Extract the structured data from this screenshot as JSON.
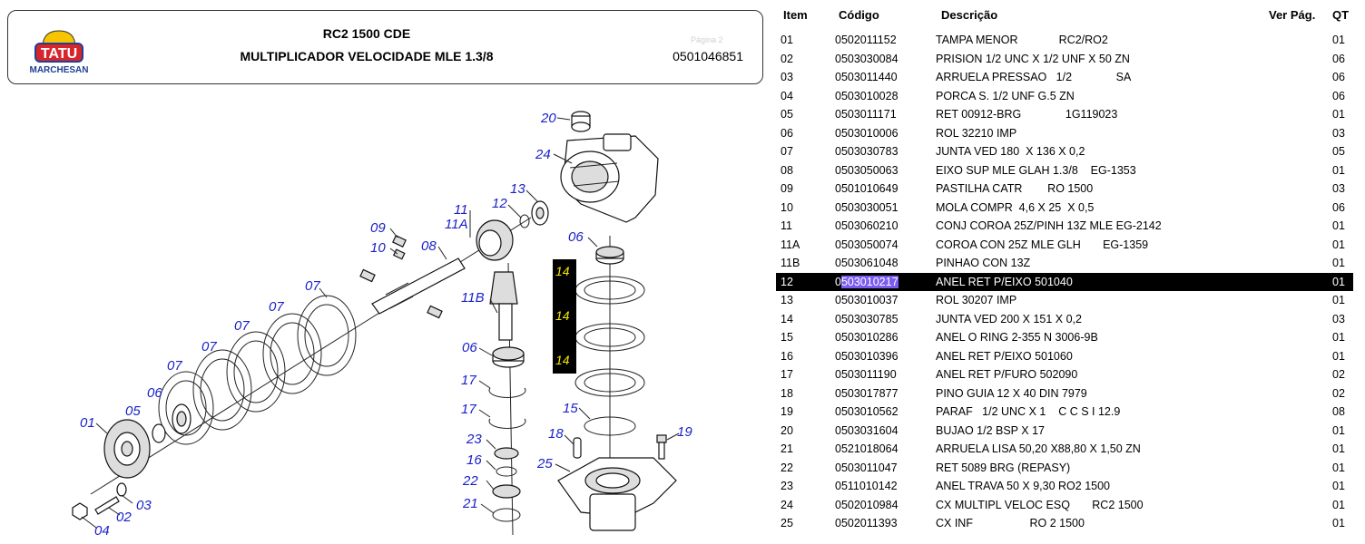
{
  "header": {
    "logo_top": "TATU",
    "logo_bottom": "MARCHESAN",
    "title": "RC2 1500 CDE",
    "subtitle": "MULTIPLICADOR VELOCIDADE MLE 1.3/8",
    "code": "0501046851",
    "ghost_text": "Página 2"
  },
  "colors": {
    "label_blue": "#1a22c8",
    "highlight_yellow": "#f2e600",
    "logo_blue": "#1d3f95",
    "logo_red": "#d6262b",
    "logo_yellow": "#f6c400"
  },
  "diagram": {
    "labels": [
      "20",
      "24",
      "13",
      "12",
      "11",
      "11A",
      "09",
      "10",
      "08",
      "07",
      "07",
      "07",
      "07",
      "07",
      "06",
      "06",
      "06",
      "05",
      "01",
      "03",
      "02",
      "04",
      "11B",
      "14",
      "14",
      "14",
      "17",
      "17",
      "23",
      "16",
      "22",
      "21",
      "15",
      "18",
      "19",
      "25"
    ]
  },
  "table": {
    "headers": {
      "item": "Item",
      "code": "Código",
      "desc": "Descrição",
      "page": "Ver Pág.",
      "qt": "QT"
    },
    "selected_row_index": 13,
    "rows": [
      {
        "item": "01",
        "code": "0502011152",
        "desc": "TAMPA MENOR             RC2/RO2",
        "qt": "01"
      },
      {
        "item": "02",
        "code": "0503030084",
        "desc": "PRISION 1/2 UNC X 1/2 UNF X 50 ZN",
        "qt": "06"
      },
      {
        "item": "03",
        "code": "0503011440",
        "desc": "ARRUELA PRESSAO   1/2              SA",
        "qt": "06"
      },
      {
        "item": "04",
        "code": "0503010028",
        "desc": "PORCA S. 1/2 UNF G.5 ZN",
        "qt": "06"
      },
      {
        "item": "05",
        "code": "0503011171",
        "desc": "RET 00912-BRG              1G119023",
        "qt": "01"
      },
      {
        "item": "06",
        "code": "0503010006",
        "desc": "ROL 32210 IMP",
        "qt": "03"
      },
      {
        "item": "07",
        "code": "0503030783",
        "desc": "JUNTA VED 180  X 136 X 0,2",
        "qt": "05"
      },
      {
        "item": "08",
        "code": "0503050063",
        "desc": "EIXO SUP MLE GLAH 1.3/8    EG-1353",
        "qt": "01"
      },
      {
        "item": "09",
        "code": "0501010649",
        "desc": "PASTILHA CATR        RO 1500",
        "qt": "03"
      },
      {
        "item": "10",
        "code": "0503030051",
        "desc": "MOLA COMPR  4,6 X 25  X 0,5",
        "qt": "06"
      },
      {
        "item": "11",
        "code": "0503060210",
        "desc": "CONJ COROA 25Z/PINH 13Z MLE EG-2142",
        "qt": "01"
      },
      {
        "item": "11A",
        "code": "0503050074",
        "desc": "COROA CON 25Z MLE GLH       EG-1359",
        "qt": "01"
      },
      {
        "item": "11B",
        "code": "0503061048",
        "desc": "PINHAO CON 13Z",
        "qt": "01"
      },
      {
        "item": "12",
        "code": "0503010217",
        "desc": "ANEL RET P/EIXO 501040",
        "qt": "01"
      },
      {
        "item": "13",
        "code": "0503010037",
        "desc": "ROL 30207 IMP",
        "qt": "01"
      },
      {
        "item": "14",
        "code": "0503030785",
        "desc": "JUNTA VED 200 X 151 X 0,2",
        "qt": "03"
      },
      {
        "item": "15",
        "code": "0503010286",
        "desc": "ANEL O RING 2-355 N 3006-9B",
        "qt": "01"
      },
      {
        "item": "16",
        "code": "0503010396",
        "desc": "ANEL RET P/EIXO 501060",
        "qt": "01"
      },
      {
        "item": "17",
        "code": "0503011190",
        "desc": "ANEL RET P/FURO 502090",
        "qt": "02"
      },
      {
        "item": "18",
        "code": "0503017877",
        "desc": "PINO GUIA 12 X 40 DIN 7979",
        "qt": "02"
      },
      {
        "item": "19",
        "code": "0503010562",
        "desc": "PARAF   1/2 UNC X 1    C C S I 12.9",
        "qt": "08"
      },
      {
        "item": "20",
        "code": "0503031604",
        "desc": "BUJAO 1/2 BSP X 17",
        "qt": "01"
      },
      {
        "item": "21",
        "code": "0521018064",
        "desc": "ARRUELA LISA 50,20 X88,80 X 1,50 ZN",
        "qt": "01"
      },
      {
        "item": "22",
        "code": "0503011047",
        "desc": "RET 5089 BRG (REPASY)",
        "qt": "01"
      },
      {
        "item": "23",
        "code": "0511010142",
        "desc": "ANEL TRAVA 50 X 9,30 RO2 1500",
        "qt": "01"
      },
      {
        "item": "24",
        "code": "0502010984",
        "desc": "CX MULTIPL VELOC ESQ       RC2 1500",
        "qt": "01"
      },
      {
        "item": "25",
        "code": "0502011393",
        "desc": "CX INF                  RO 2 1500",
        "qt": "01"
      }
    ]
  }
}
